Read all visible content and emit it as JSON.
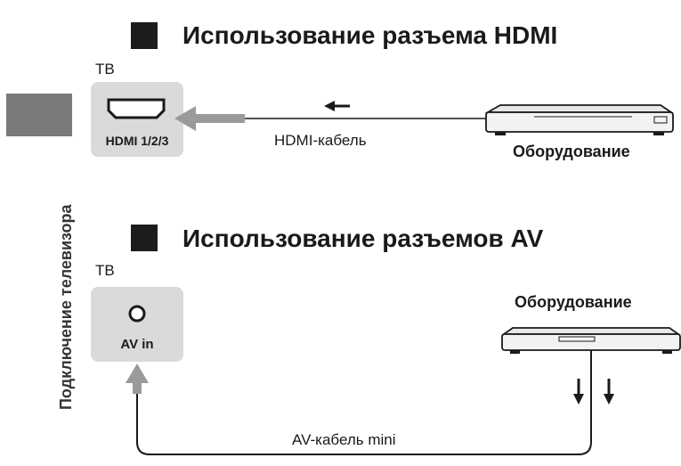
{
  "side_tab": {
    "text": "Подключение телевизора"
  },
  "hdmi_section": {
    "title": "Использование разъема HDMI",
    "tv_label": "ТВ",
    "port_label": "HDMI 1/2/3",
    "cable_label": "HDMI-кабель",
    "device_label": "Оборудование"
  },
  "av_section": {
    "title": "Использование разъемов AV",
    "tv_label": "ТВ",
    "port_label": "AV in",
    "cable_label": "AV-кабель mini",
    "device_label": "Оборудование"
  },
  "colors": {
    "accent_gray": "#9a9a9a",
    "panel": "#dadada",
    "tab": "#7a7a7a",
    "ink": "#1a1a1a"
  },
  "icons": [
    "hdmi-port-icon",
    "av-jack-icon",
    "player-device-icon",
    "arrow-left-icon",
    "arrow-down-icon"
  ]
}
